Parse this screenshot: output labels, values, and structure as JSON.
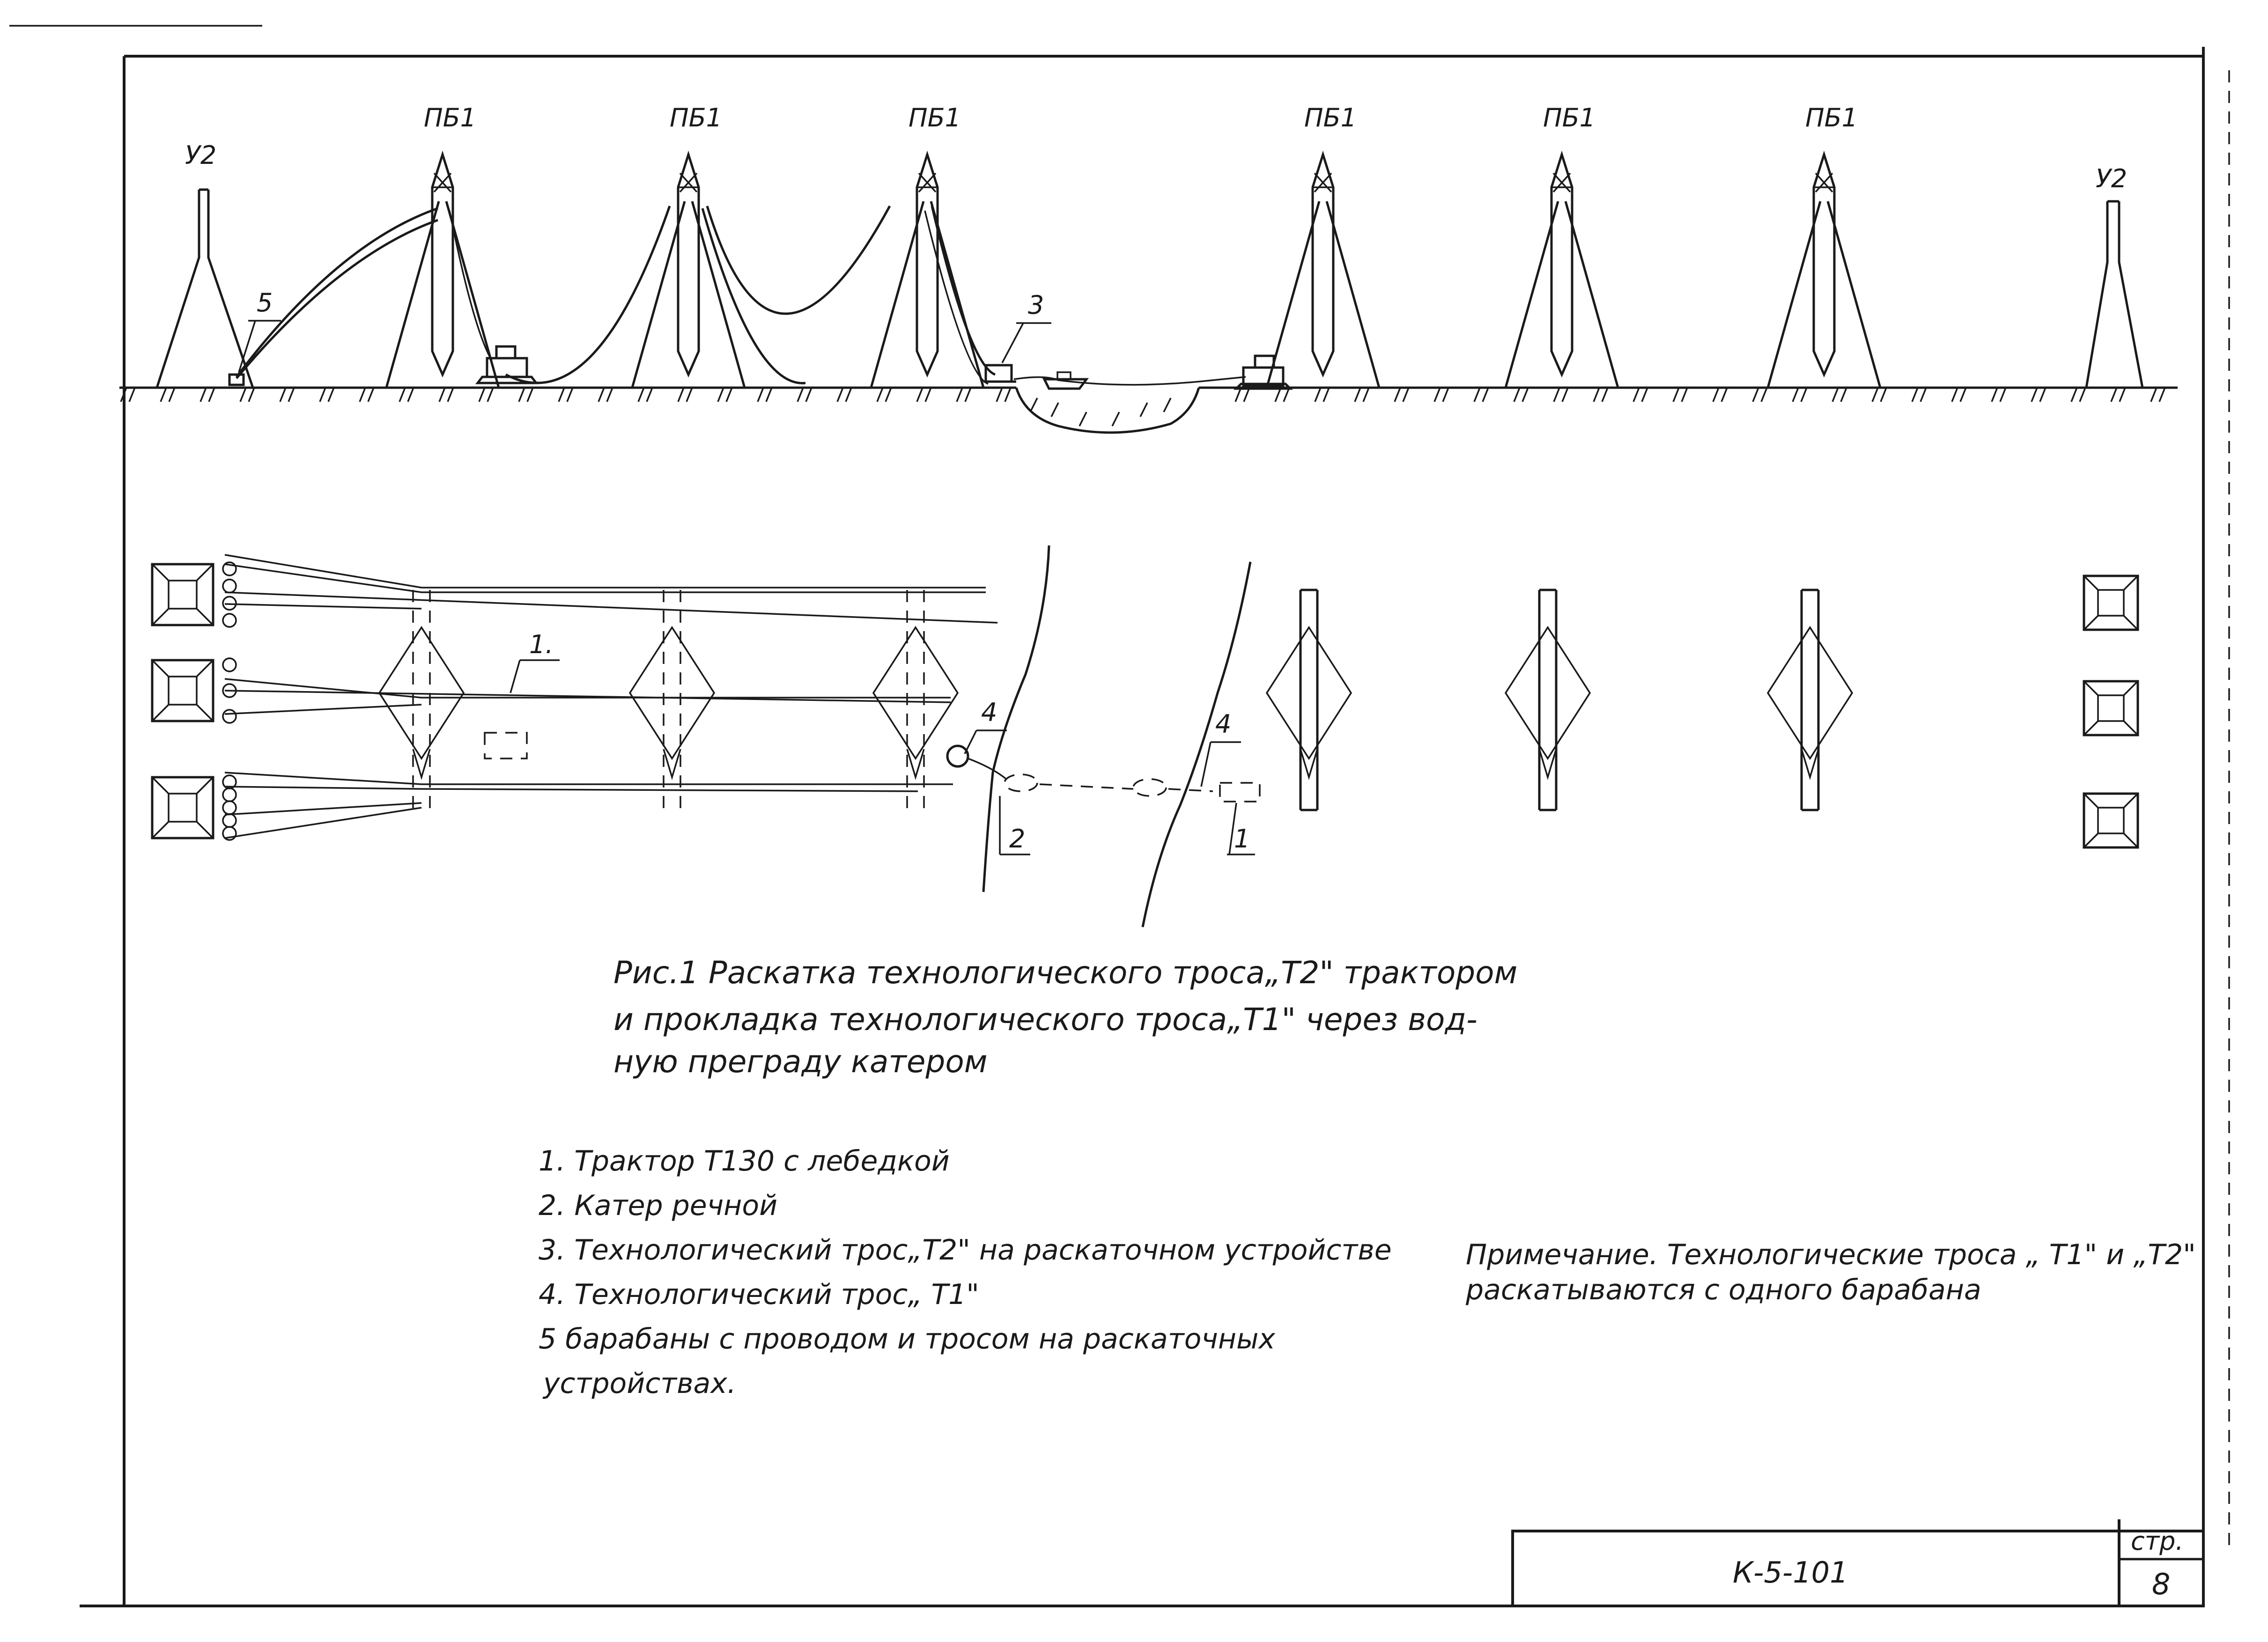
{
  "towers": {
    "anchor_label": "У2",
    "suspension_label": "ПБ1"
  },
  "callouts": {
    "n1": "1",
    "n1_dot": "1.",
    "n2": "2",
    "n3": "3",
    "n4": "4",
    "n5": "5"
  },
  "caption": {
    "line1": "Рис.1   Раскатка технологического троса„Т2\" трактором",
    "line2": "и прокладка   технологического   троса„Т1\" через  вод-",
    "line3": "ную   преграду   катером"
  },
  "legend": {
    "item1": "1. Трактор Т130 с лебедкой",
    "item2": "2. Катер  речной",
    "item3": "3. Технологический трос„Т2\" на раскаточном устройстве",
    "item4": "4. Технологический  трос„ Т1\"",
    "item5_line1": "5 барабаны  с проводом  и тросом  на раскаточных",
    "item5_line2": "устройствах."
  },
  "note": {
    "line1": "Примечание. Технологические  троса „ Т1\"  и „Т2\"",
    "line2": "раскатываются  с  одного  барабана"
  },
  "title_block": {
    "code": "К-5-101",
    "sheet_label": "стр.",
    "sheet_number": "8"
  }
}
